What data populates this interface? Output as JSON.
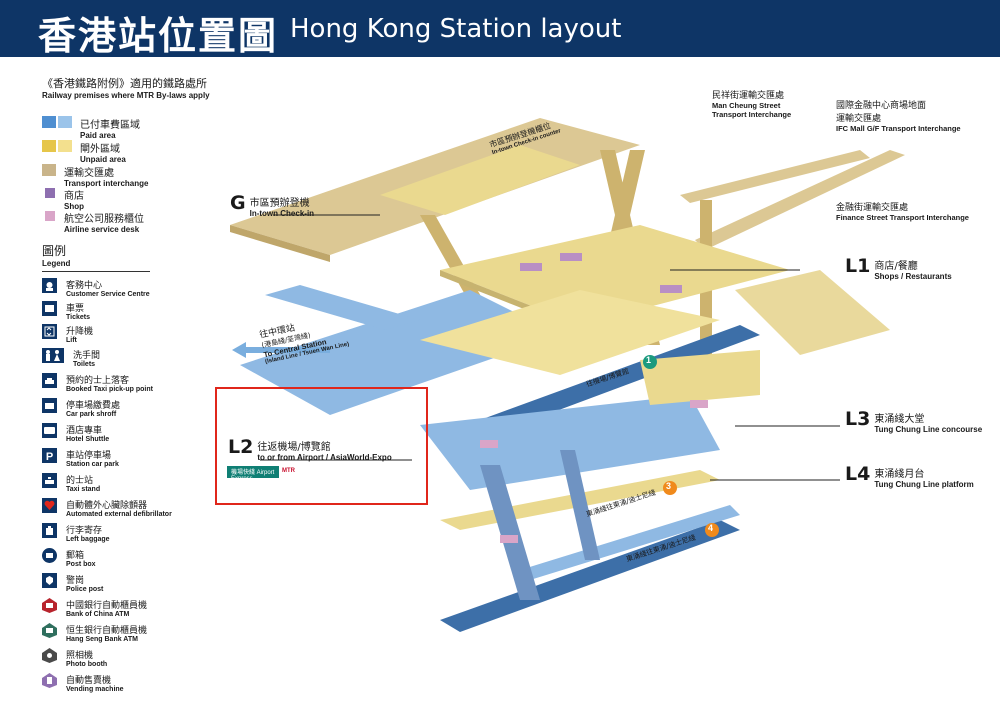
{
  "header": {
    "title_zh": "香港站位置圖",
    "title_en": "Hong Kong Station layout"
  },
  "intro": {
    "line_zh": "《香港鐵路附例》適用的鐵路處所",
    "line_en": "Railway premises where MTR By-laws apply"
  },
  "areas": [
    {
      "zh": "已付車費區域",
      "en": "Paid area",
      "colors": [
        "#4f8fd1",
        "#9bc4ea"
      ]
    },
    {
      "zh": "閘外區域",
      "en": "Unpaid area",
      "colors": [
        "#e6c64a",
        "#f3e08e"
      ]
    },
    {
      "zh": "運輸交匯處",
      "en": "Transport interchange",
      "colors": [
        "#c9b48a"
      ]
    },
    {
      "zh": "商店",
      "en": "Shop",
      "colors": [
        "#8e6fb0"
      ]
    },
    {
      "zh": "航空公司服務櫃位",
      "en": "Airline service desk",
      "colors": [
        "#d9a5c8"
      ]
    }
  ],
  "legend": {
    "title_zh": "圖例",
    "title_en": "Legend",
    "items": [
      {
        "zh": "客務中心",
        "en": "Customer Service Centre",
        "icon": "customer-service-icon"
      },
      {
        "zh": "車票",
        "en": "Tickets",
        "icon": "tickets-icon"
      },
      {
        "zh": "升降機",
        "en": "Lift",
        "icon": "lift-icon"
      },
      {
        "zh": "洗手間",
        "en": "Toilets",
        "icon": "toilets-icon"
      },
      {
        "zh": "預約的士上落客",
        "en": "Booked Taxi pick-up point",
        "icon": "booked-taxi-icon"
      },
      {
        "zh": "停車場繳費處",
        "en": "Car park shroff",
        "icon": "car-park-shroff-icon"
      },
      {
        "zh": "酒店專車",
        "en": "Hotel Shuttle",
        "icon": "hotel-shuttle-icon"
      },
      {
        "zh": "車站停車場",
        "en": "Station car park",
        "icon": "car-park-icon"
      },
      {
        "zh": "的士站",
        "en": "Taxi stand",
        "icon": "taxi-icon"
      },
      {
        "zh": "自動體外心臟除顫器",
        "en": "Automated external defibrillator",
        "icon": "defibrillator-icon"
      },
      {
        "zh": "行李寄存",
        "en": "Left baggage",
        "icon": "left-baggage-icon"
      },
      {
        "zh": "郵箱",
        "en": "Post box",
        "icon": "post-box-icon"
      },
      {
        "zh": "警崗",
        "en": "Police post",
        "icon": "police-icon"
      },
      {
        "zh": "中國銀行自動櫃員機",
        "en": "Bank of China ATM",
        "icon": "boc-atm-icon"
      },
      {
        "zh": "恒生銀行自動櫃員機",
        "en": "Hang Seng Bank ATM",
        "icon": "hang-seng-atm-icon"
      },
      {
        "zh": "照相機",
        "en": "Photo booth",
        "icon": "photo-booth-icon"
      },
      {
        "zh": "自動售賣機",
        "en": "Vending machine",
        "icon": "vending-machine-icon"
      }
    ]
  },
  "levels": {
    "g": {
      "code": "G",
      "zh": "市區預辦登機",
      "en": "In-town Check-in"
    },
    "l1": {
      "code": "L1",
      "zh": "商店/餐廳",
      "en": "Shops / Restaurants"
    },
    "l2": {
      "code": "L2",
      "zh": "往返機場/博覽館",
      "en": "to or from Airport / AsiaWorld-Expo"
    },
    "l3": {
      "code": "L3",
      "zh": "東涌綫大堂",
      "en": "Tung Chung Line concourse"
    },
    "l4": {
      "code": "L4",
      "zh": "東涌綫月台",
      "en": "Tung Chung Line platform"
    }
  },
  "callouts": {
    "man_cheung": {
      "zh": "民祥街運輸交匯處",
      "en1": "Man Cheung Street",
      "en2": "Transport Interchange"
    },
    "ifc": {
      "zh1": "國際金融中心商場地面",
      "zh2": "運輸交匯處",
      "en": "IFC Mall G/F Transport Interchange"
    },
    "finance": {
      "zh": "金融街運輸交匯處",
      "en": "Finance Street Transport Interchange"
    },
    "central": {
      "zh1": "往中環站",
      "zh2": "(港島綫/荃灣綫)",
      "en1": "To Central Station",
      "en2": "(Island Line / Tsuen Wan Line)"
    },
    "checkin_counter": {
      "zh": "市區預辦登機櫃位",
      "en": "In-town Check-in counter"
    }
  },
  "platforms": {
    "p1_zh": "往機場/博覽館",
    "p1_num": "1",
    "p3_zh": "東涌綫往東涌/迪士尼綫",
    "p3_num": "3",
    "p4_zh": "東涌綫往東涌/迪士尼綫",
    "p4_num": "4"
  },
  "brand": {
    "airport_express": "機場快綫 Airport Express",
    "mtr": "MTR"
  },
  "colors": {
    "header": "#0e3566",
    "paid": "#7aaede",
    "unpaid": "#eed677",
    "interchange": "#d9c79c",
    "shop": "#b98fc4",
    "highlight": "#e0261b",
    "platform_green": "#1b9a7e",
    "platform_orange": "#f08a1c"
  }
}
